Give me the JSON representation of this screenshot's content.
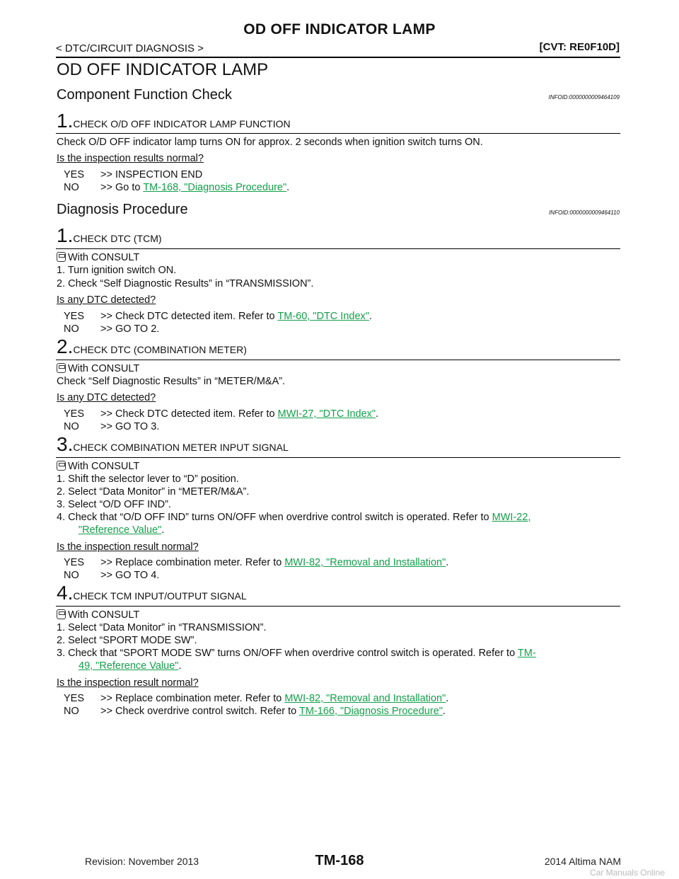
{
  "header": {
    "title": "OD OFF INDICATOR LAMP",
    "breadcrumb": "< DTC/CIRCUIT DIAGNOSIS >",
    "model": "[CVT: RE0F10D]"
  },
  "page_heading": "OD OFF INDICATOR LAMP",
  "cfc": {
    "title": "Component Function Check",
    "infoid": "INFOID:0000000009464109",
    "step1": {
      "num": "1.",
      "title": "CHECK O/D OFF INDICATOR LAMP FUNCTION",
      "body": "Check O/D OFF indicator lamp turns ON for approx. 2 seconds when ignition switch turns ON.",
      "question": "Is the inspection results normal?",
      "yes_key": "YES",
      "yes_text": ">> INSPECTION END",
      "no_key": "NO",
      "no_prefix": ">> Go to ",
      "no_link": "TM-168, \"Diagnosis Procedure\"",
      "no_suffix": "."
    }
  },
  "dp": {
    "title": "Diagnosis Procedure",
    "infoid": "INFOID:0000000009464110",
    "s1": {
      "num": "1.",
      "title": "CHECK DTC (TCM)",
      "consult": "With CONSULT",
      "l1": "1.   Turn ignition switch ON.",
      "l2": "2.   Check “Self Diagnostic Results” in “TRANSMISSION”.",
      "question": "Is any DTC detected?",
      "yes_key": "YES",
      "yes_prefix": ">> Check DTC detected item. Refer to ",
      "yes_link": "TM-60, \"DTC Index\"",
      "yes_suffix": ".",
      "no_key": "NO",
      "no_text": ">> GO TO 2."
    },
    "s2": {
      "num": "2.",
      "title": "CHECK DTC (COMBINATION METER)",
      "consult": "With CONSULT",
      "l1": "Check “Self Diagnostic Results” in “METER/M&A”.",
      "question": "Is any DTC detected?",
      "yes_key": "YES",
      "yes_prefix": ">> Check DTC detected item. Refer to ",
      "yes_link": "MWI-27, \"DTC Index\"",
      "yes_suffix": ".",
      "no_key": "NO",
      "no_text": ">> GO TO 3."
    },
    "s3": {
      "num": "3.",
      "title": "CHECK COMBINATION METER INPUT SIGNAL",
      "consult": "With CONSULT",
      "l1": "1.   Shift the selector lever to “D” position.",
      "l2": "2.   Select “Data Monitor” in “METER/M&A”.",
      "l3": "3.   Select “O/D OFF IND”.",
      "l4a": "4.   Check  that  “O/D  OFF  IND”  turns  ON/OFF  when  overdrive  control  switch  is  operated.  Refer  to ",
      "l4_link1": "MWI-22,",
      "l4_link2": "\"Reference Value\"",
      "l4_suffix": ".",
      "question": "Is the inspection result normal?",
      "yes_key": "YES",
      "yes_prefix": ">> Replace combination meter. Refer to ",
      "yes_link": "MWI-82, \"Removal and Installation\"",
      "yes_suffix": ".",
      "no_key": "NO",
      "no_text": ">> GO TO 4."
    },
    "s4": {
      "num": "4.",
      "title": "CHECK TCM INPUT/OUTPUT SIGNAL",
      "consult": "With CONSULT",
      "l1": "1.   Select “Data Monitor” in “TRANSMISSION”.",
      "l2": "2.   Select “SPORT MODE SW”.",
      "l3a": "3.   Check  that  “SPORT  MODE  SW”  turns  ON/OFF  when  overdrive  control  switch  is  operated.  Refer  to ",
      "l3_link1": "TM-",
      "l3_link2": "49, \"Reference Value\"",
      "l3_suffix": ".",
      "question": "Is the inspection result normal?",
      "yes_key": "YES",
      "yes_prefix": ">> Replace combination meter. Refer to ",
      "yes_link": "MWI-82, \"Removal and Installation\"",
      "yes_suffix": ".",
      "no_key": "NO",
      "no_prefix": ">> Check overdrive control switch. Refer to ",
      "no_link": "TM-166, \"Diagnosis Procedure\"",
      "no_suffix": "."
    }
  },
  "footer": {
    "revision": "Revision: November 2013",
    "page": "TM-168",
    "model": "2014 Altima NAM",
    "watermark": "Car Manuals Online"
  },
  "colors": {
    "link": "#13a04a"
  }
}
